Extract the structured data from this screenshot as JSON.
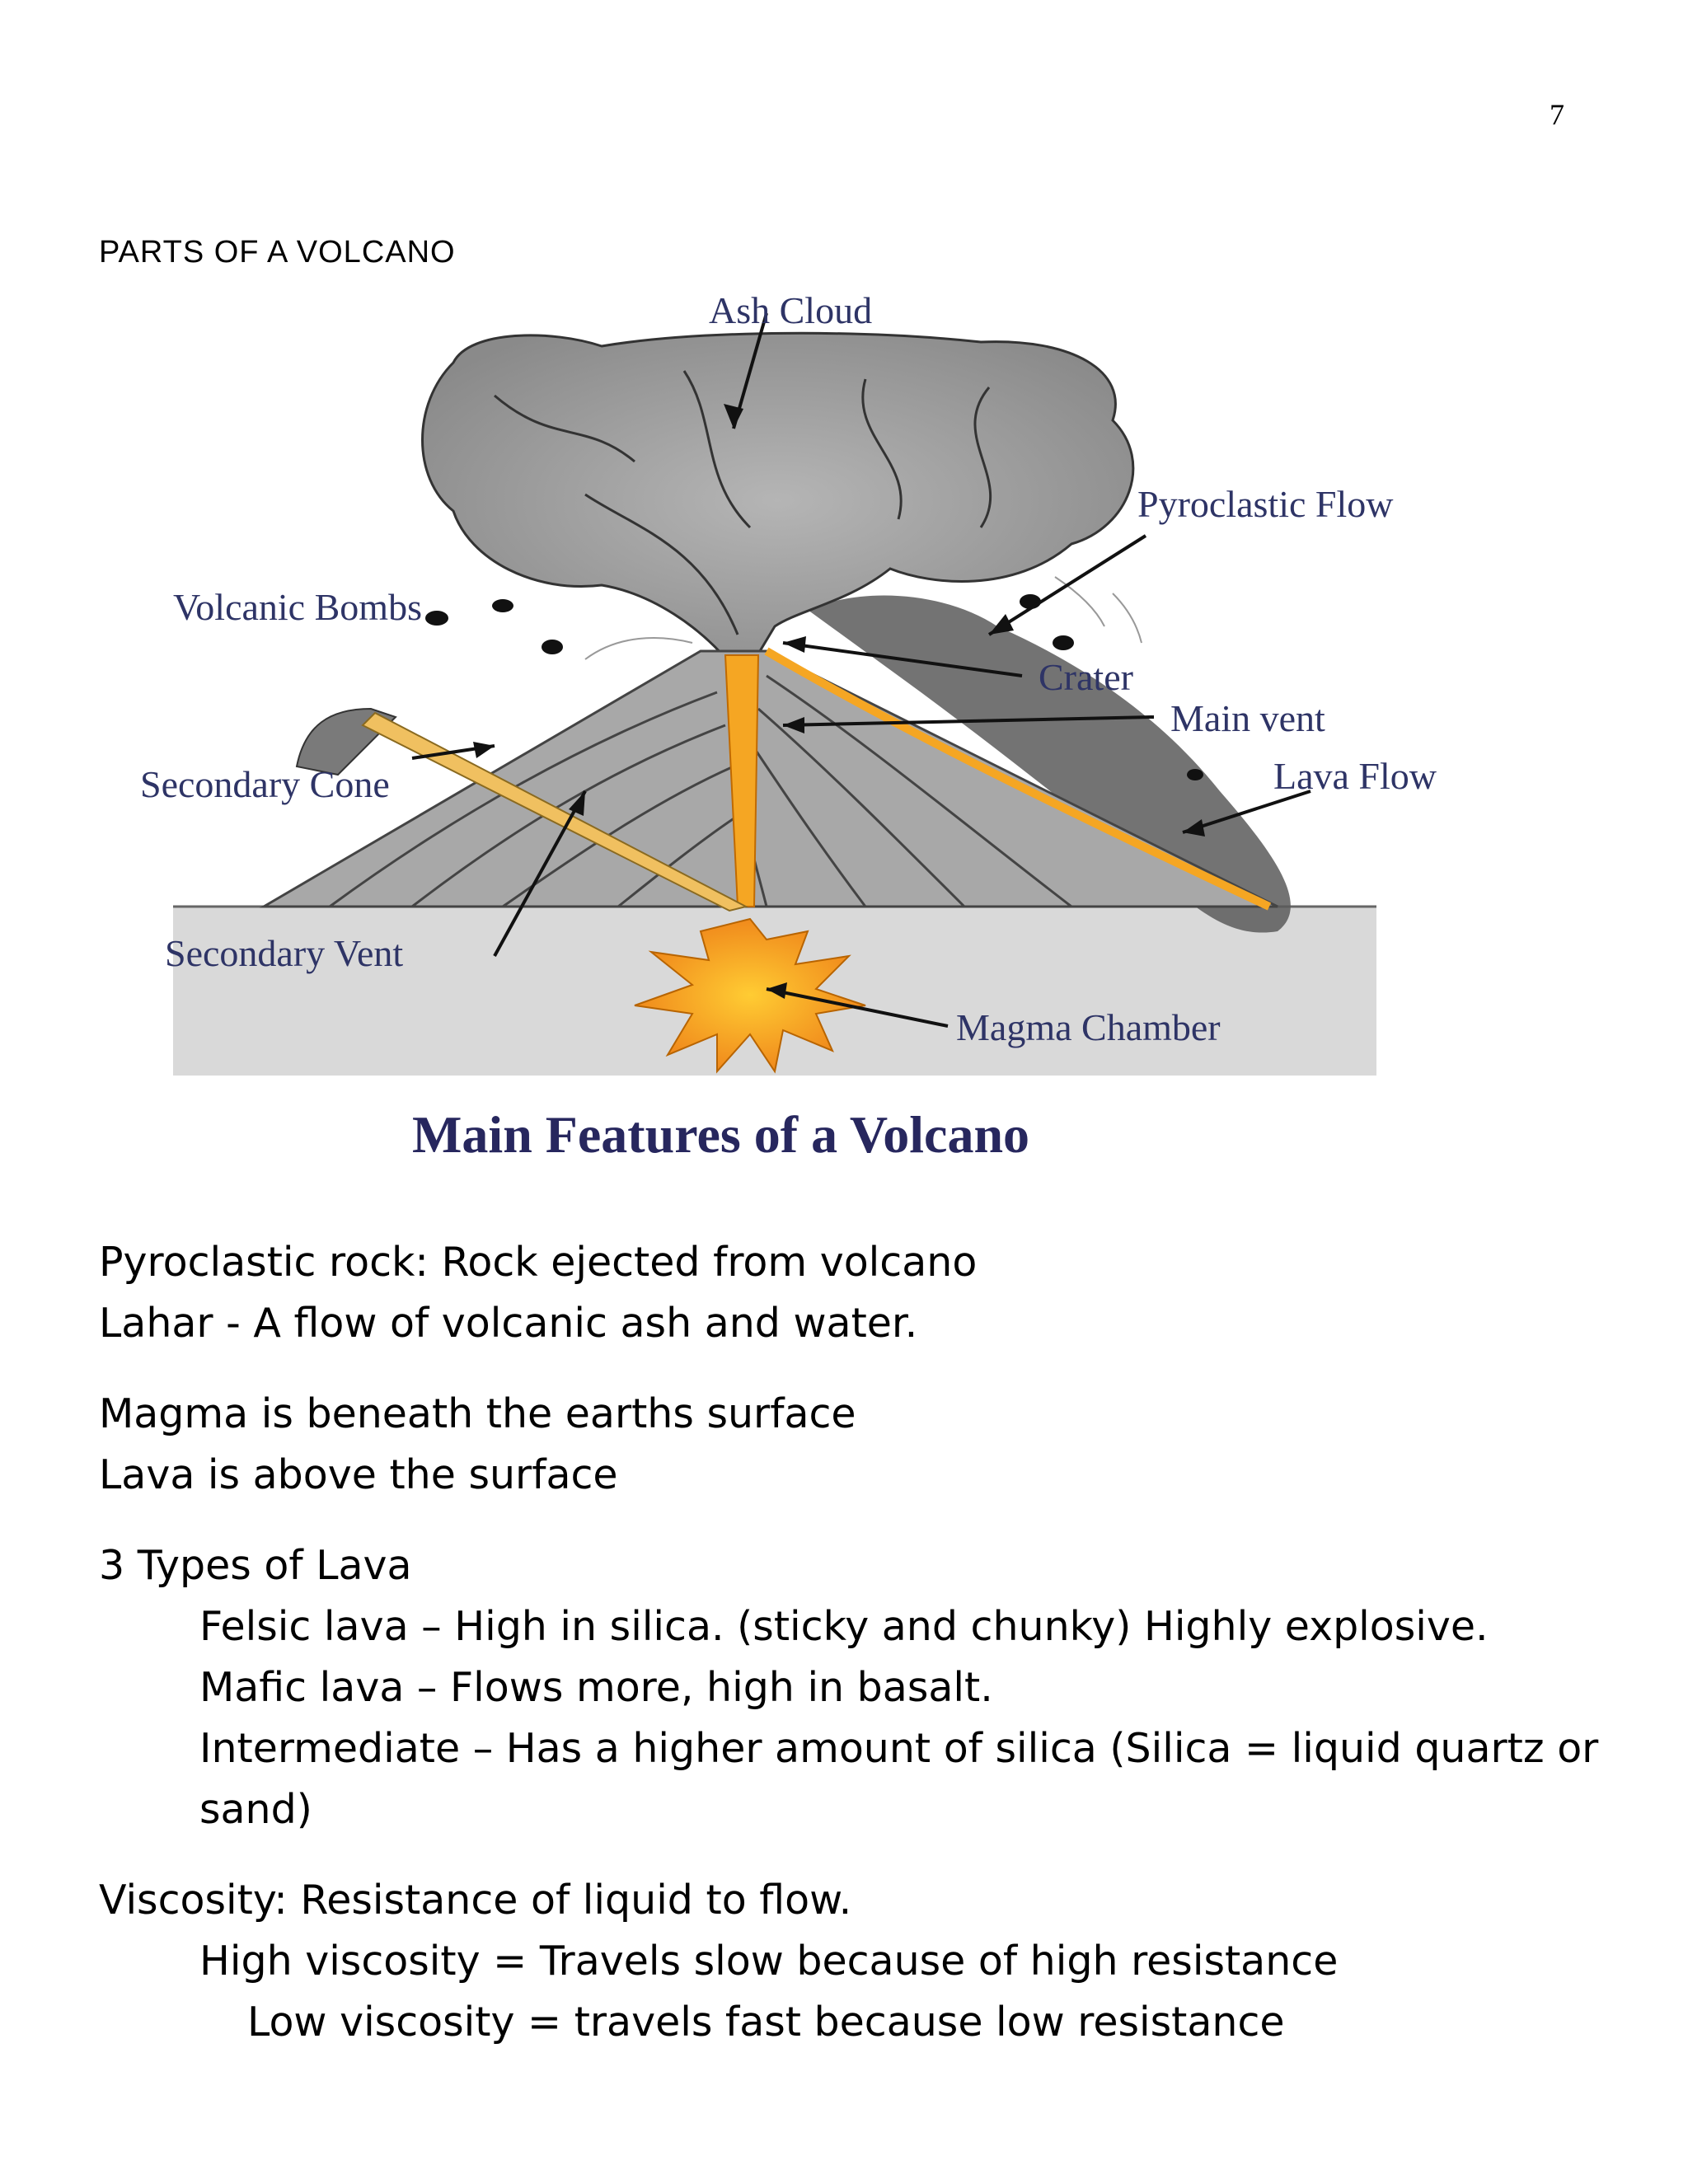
{
  "page": {
    "number": "7",
    "section_title": "PARTS OF A VOLCANO"
  },
  "diagram": {
    "caption": "Main Features of a Volcano",
    "labels": {
      "ash_cloud": "Ash Cloud",
      "pyroclastic_flow": "Pyroclastic Flow",
      "volcanic_bombs": "Volcanic Bombs",
      "crater": "Crater",
      "main_vent": "Main vent",
      "lava_flow": "Lava Flow",
      "secondary_cone": "Secondary Cone",
      "secondary_vent": "Secondary Vent",
      "magma_chamber": "Magma Chamber"
    },
    "colors": {
      "label": "#2e3466",
      "lava": "#f5a623",
      "ground": "#d9d9d9",
      "cone": "#9a9a9a",
      "ash": "#8c8c8c"
    }
  },
  "text": {
    "pyroclastic_rock": "Pyroclastic rock: Rock ejected from volcano",
    "lahar": "Lahar - A flow of volcanic ash and water.",
    "magma": "Magma is beneath the earths surface",
    "lava": "Lava is above the surface",
    "types_heading": "3 Types of Lava",
    "felsic": "Felsic lava – High in silica. (sticky and chunky)  Highly explosive.",
    "mafic": "Mafic lava – Flows more, high in basalt.",
    "intermediate_line1": "Intermediate – Has a higher amount of silica (Silica = liquid quartz",
    "intermediate_line2": "or sand)",
    "viscosity": "Viscosity: Resistance of liquid to flow.",
    "high_viscosity": "High viscosity = Travels slow because of high resistance",
    "low_viscosity": "Low viscosity = travels fast because low resistance"
  }
}
